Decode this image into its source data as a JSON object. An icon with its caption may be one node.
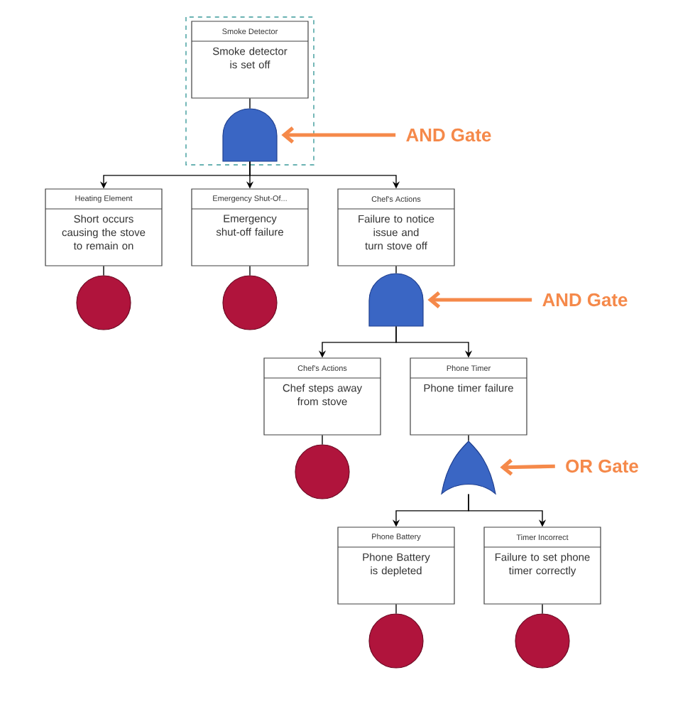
{
  "diagram": {
    "nodes": [
      {
        "text": [
          "Smoke Detector",
          "Smoke detector is set off"
        ]
      },
      {
        "text": [],
        "shape": "and-gate"
      },
      {
        "text": [
          "AND Gate"
        ]
      },
      {
        "text": [
          "Heating Element",
          "Short occurs causing the stove to remain on"
        ]
      },
      {
        "text": [
          "Emergency Shut-Of...",
          "Emergency shut-off failure"
        ]
      },
      {
        "text": [
          "Chef's Actions",
          "Failure to notice issue and turn stove off"
        ]
      },
      {
        "text": [],
        "shape": "circle"
      },
      {
        "text": [],
        "shape": "circle"
      },
      {
        "text": [],
        "shape": "and-gate"
      },
      {
        "text": [
          "AND Gate"
        ]
      },
      {
        "text": [
          "Chef's Actions",
          "Chef steps away from stove"
        ]
      },
      {
        "text": [
          "Phone Timer",
          "Phone timer failure"
        ]
      },
      {
        "text": [],
        "shape": "circle"
      },
      {
        "text": [],
        "shape": "or-gate"
      },
      {
        "text": [
          "OR Gate"
        ]
      },
      {
        "text": [
          "Phone Battery",
          "Phone Battery is depleted"
        ]
      },
      {
        "text": [
          "Timer Incorrect",
          "Failure to set phone timer correctly"
        ]
      },
      {
        "text": [],
        "shape": "circle"
      },
      {
        "text": [],
        "shape": "circle"
      }
    ],
    "edges": [
      {
        "from": 0,
        "to": 1,
        "arrow": "none"
      },
      {
        "from": 2,
        "to": 1,
        "arrow": "to",
        "style": "thick",
        "color": "#f5894a"
      },
      {
        "from": 1,
        "to": 3,
        "arrow": "to"
      },
      {
        "from": 1,
        "to": 4,
        "arrow": "to"
      },
      {
        "from": 1,
        "to": 5,
        "arrow": "to"
      },
      {
        "from": 3,
        "to": 6,
        "arrow": "none"
      },
      {
        "from": 4,
        "to": 7,
        "arrow": "none"
      },
      {
        "from": 5,
        "to": 8,
        "arrow": "none"
      },
      {
        "from": 9,
        "to": 8,
        "arrow": "to",
        "style": "thick",
        "color": "#f5894a"
      },
      {
        "from": 8,
        "to": 10,
        "arrow": "to"
      },
      {
        "from": 8,
        "to": 11,
        "arrow": "to"
      },
      {
        "from": 10,
        "to": 12,
        "arrow": "none"
      },
      {
        "from": 11,
        "to": 13,
        "arrow": "none"
      },
      {
        "from": 14,
        "to": 13,
        "arrow": "to",
        "style": "thick",
        "color": "#f5894a"
      },
      {
        "from": 13,
        "to": 15,
        "arrow": "to"
      },
      {
        "from": 13,
        "to": 16,
        "arrow": "to"
      },
      {
        "from": 15,
        "to": 17,
        "arrow": "none"
      },
      {
        "from": 16,
        "to": 18,
        "arrow": "none"
      }
    ]
  }
}
